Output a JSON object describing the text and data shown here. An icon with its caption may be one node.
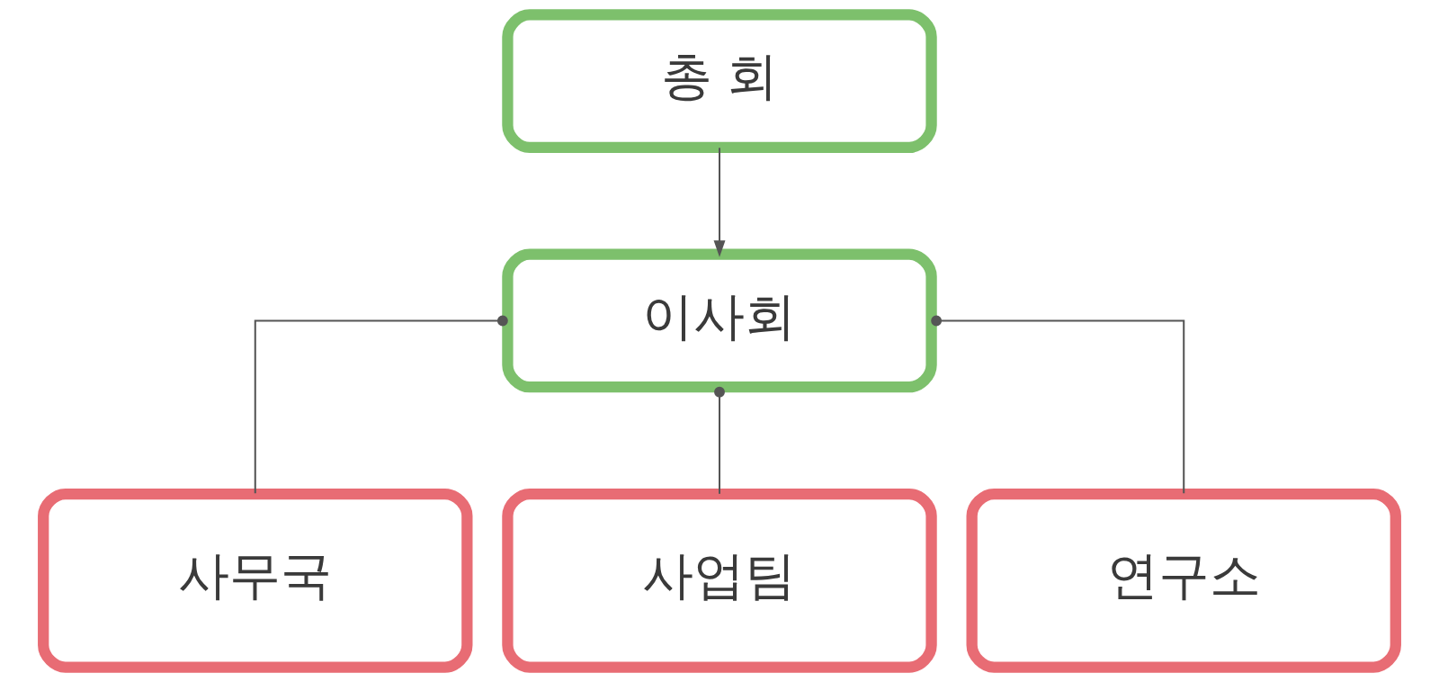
{
  "diagram": {
    "nodes": [
      {
        "text": [
          "총 회"
        ]
      },
      {
        "text": [
          "이사회"
        ]
      },
      {
        "text": [
          "사무국"
        ]
      },
      {
        "text": [
          "사업팀"
        ]
      },
      {
        "text": [
          "연구소"
        ]
      }
    ],
    "edges": [
      {
        "from": 0,
        "to": 1,
        "arrow": "to"
      },
      {
        "from": 1,
        "to": 2,
        "arrow": "other"
      },
      {
        "from": 1,
        "to": 3,
        "arrow": "other"
      },
      {
        "from": 1,
        "to": 4,
        "arrow": "other"
      }
    ]
  }
}
